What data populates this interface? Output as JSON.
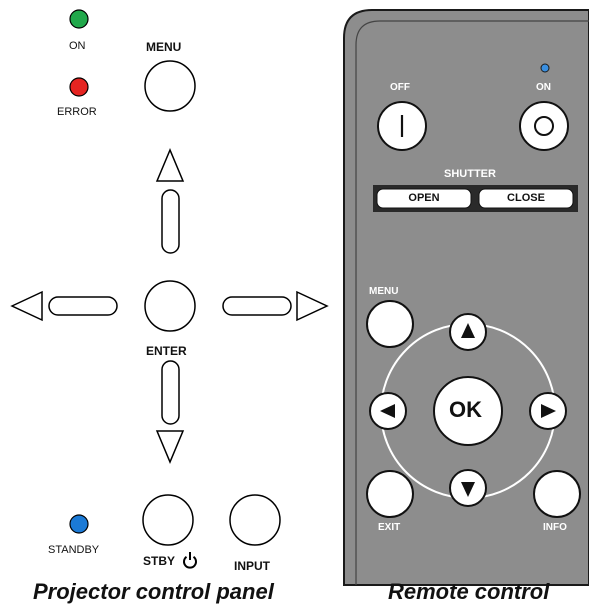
{
  "panel": {
    "indicators": {
      "on": {
        "label": "ON",
        "color": "#21a84b"
      },
      "error": {
        "label": "ERROR",
        "color": "#e52421"
      },
      "standby": {
        "label": "STANDBY",
        "color": "#1b7ad6"
      }
    },
    "buttons": {
      "menu": "MENU",
      "enter": "ENTER",
      "standby": "STBY",
      "input": "INPUT"
    },
    "caption": "Projector control panel"
  },
  "remote": {
    "body_color": "#8d8d8d",
    "buttons": {
      "off": "OFF",
      "on": "ON",
      "shutter": "SHUTTER",
      "open": "OPEN",
      "close": "CLOSE",
      "menu": "MENU",
      "ok": "OK",
      "exit": "EXIT",
      "info": "INFO"
    },
    "caption": "Remote control"
  }
}
